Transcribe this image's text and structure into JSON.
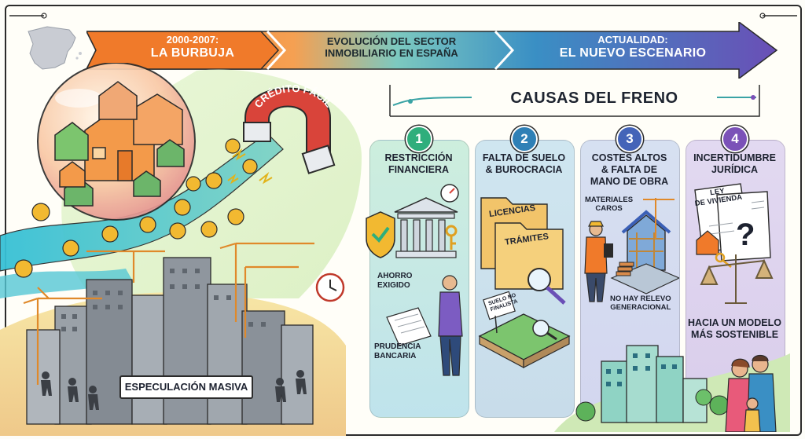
{
  "header": {
    "stage1_line1": "2000-2007:",
    "stage1_line2": "LA BURBUJA",
    "center_line1": "EVOLUCIÓN DEL SECTOR",
    "center_line2": "INMOBILIARIO EN ESPAÑA",
    "stage2_line1": "ACTUALIDAD:",
    "stage2_line2": "EL NUEVO ESCENARIO"
  },
  "left": {
    "magnet_label": "CRÉDITO FÁCIL",
    "sign_label": "ESPECULACIÓN MASIVA"
  },
  "causes": {
    "title": "CAUSAS DEL FRENO",
    "items": [
      {
        "number": "1",
        "title_l1": "RESTRICCIÓN",
        "title_l2": "FINANCIERA",
        "title_l3": "",
        "color": "#2fae7c",
        "label_a_l1": "AHORRO",
        "label_a_l2": "EXIGIDO",
        "label_b_l1": "PRUDENCIA",
        "label_b_l2": "BANCARIA"
      },
      {
        "number": "2",
        "title_l1": "FALTA DE SUELO",
        "title_l2": "& BUROCRACIA",
        "title_l3": "",
        "color": "#2f80b6",
        "folder_a": "LICENCIAS",
        "folder_b": "TRÁMITES",
        "sign_l1": "SUELO NO",
        "sign_l2": "FINALISTA"
      },
      {
        "number": "3",
        "title_l1": "COSTES ALTOS",
        "title_l2": "& FALTA DE",
        "title_l3": "MANO DE OBRA",
        "color": "#4464b8",
        "label_a_l1": "MATERIALES",
        "label_a_l2": "CAROS",
        "label_b_l1": "NO HAY RELEVO",
        "label_b_l2": "GENERACIONAL"
      },
      {
        "number": "4",
        "title_l1": "INCERTIDUMBRE",
        "title_l2": "JURÍDICA",
        "title_l3": "",
        "color": "#7b52b8",
        "doc_l1": "LEY",
        "doc_l2": "DE VIVIENDA"
      }
    ],
    "final_l1": "HACIA UN MODELO",
    "final_l2": "MÁS SOSTENIBLE"
  },
  "colors": {
    "orange": "#f07a2a",
    "teal": "#2ea7a5",
    "blue": "#3a5fb6",
    "purple": "#7a4fb6",
    "dark": "#2b2b2b"
  }
}
